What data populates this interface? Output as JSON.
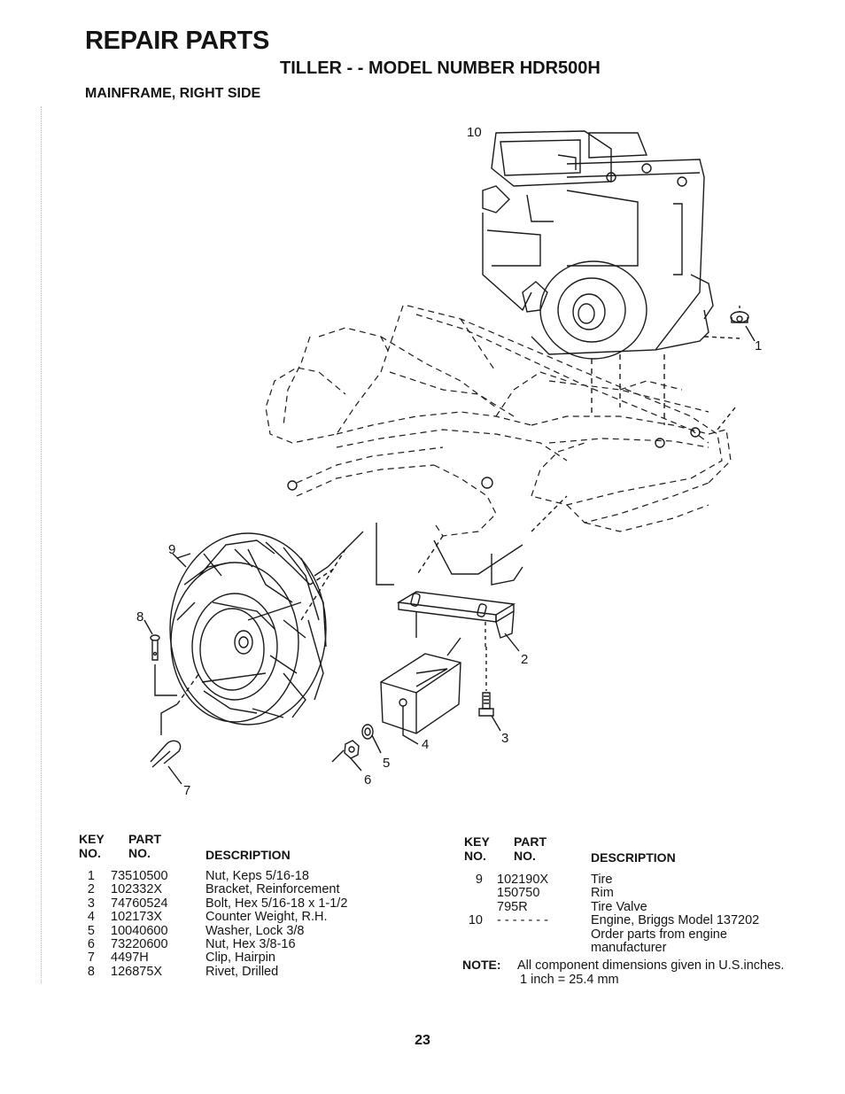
{
  "header": {
    "title": "REPAIR PARTS",
    "subtitle": "TILLER - - MODEL NUMBER HDR500H",
    "section": "MAINFRAME, RIGHT SIDE"
  },
  "diagram": {
    "callouts": [
      "10",
      "1",
      "9",
      "8",
      "2",
      "3",
      "4",
      "5",
      "6",
      "7"
    ]
  },
  "table_left": {
    "headers": {
      "key": "KEY",
      "no1": "NO.",
      "part": "PART",
      "no2": "NO.",
      "description": "DESCRIPTION"
    },
    "rows": [
      {
        "key": "1",
        "part": "73510500",
        "desc": "Nut, Keps 5/16-18"
      },
      {
        "key": "2",
        "part": "102332X",
        "desc": "Bracket, Reinforcement"
      },
      {
        "key": "3",
        "part": "74760524",
        "desc": "Bolt, Hex 5/16-18 x 1-1/2"
      },
      {
        "key": "4",
        "part": "102173X",
        "desc": "Counter Weight, R.H."
      },
      {
        "key": "5",
        "part": "10040600",
        "desc": "Washer, Lock 3/8"
      },
      {
        "key": "6",
        "part": "73220600",
        "desc": "Nut, Hex 3/8-16"
      },
      {
        "key": "7",
        "part": "4497H",
        "desc": "Clip, Hairpin"
      },
      {
        "key": "8",
        "part": "126875X",
        "desc": "Rivet, Drilled"
      }
    ]
  },
  "table_right": {
    "headers": {
      "key": "KEY",
      "no1": "NO.",
      "part": "PART",
      "no2": "NO.",
      "description": "DESCRIPTION"
    },
    "rows": [
      {
        "key": "9",
        "part": "102190X",
        "desc": "Tire"
      },
      {
        "key": "",
        "part": "150750",
        "desc": "Rim"
      },
      {
        "key": "",
        "part": "795R",
        "desc": "Tire Valve"
      },
      {
        "key": "10",
        "part": "- - - - - - -",
        "desc": "Engine, Briggs Model 137202"
      },
      {
        "key": "",
        "part": "",
        "desc": "Order parts from engine"
      },
      {
        "key": "",
        "part": "",
        "desc": "manufacturer"
      }
    ]
  },
  "note": {
    "label": "NOTE:",
    "line1": "All component dimensions given in U.S.inches.",
    "line2": "1 inch = 25.4 mm"
  },
  "page_number": "23"
}
